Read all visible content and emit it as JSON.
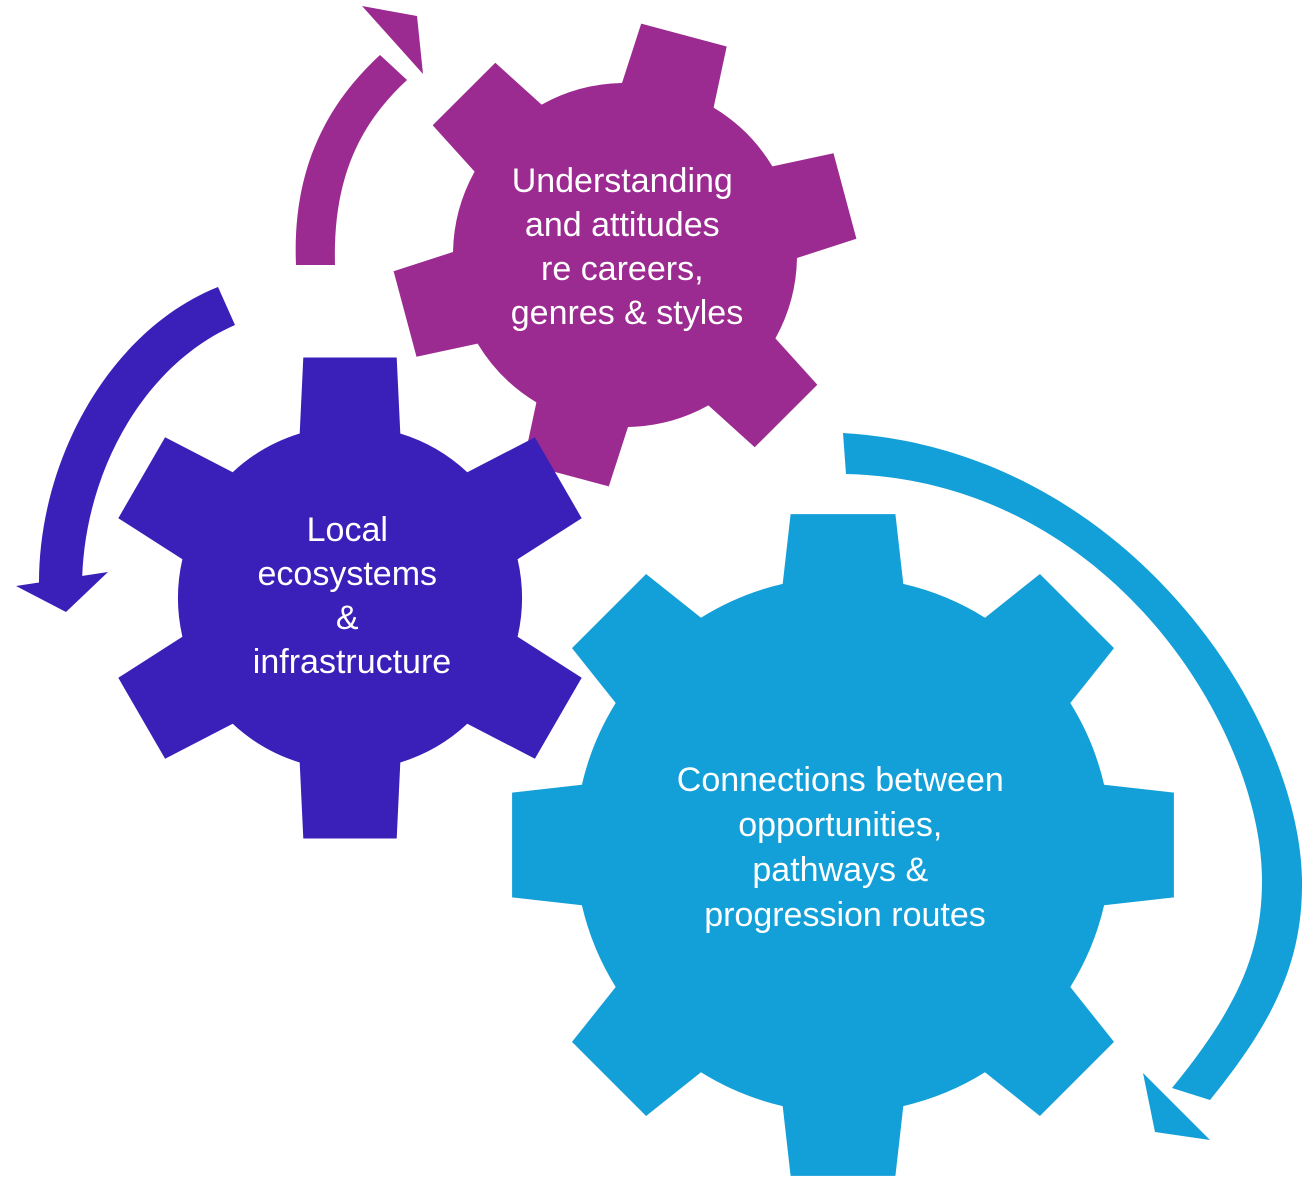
{
  "gears": [
    {
      "id": "understanding",
      "color": "#9C2B91",
      "lines": [
        "Understanding",
        "and attitudes",
        "re careers,",
        "genres & styles"
      ]
    },
    {
      "id": "local",
      "color": "#3A1FB8",
      "lines": [
        "Local",
        "ecosystems",
        "&",
        "infrastructure"
      ]
    },
    {
      "id": "connections",
      "color": "#139FD7",
      "lines": [
        "Connections between",
        "opportunities,",
        "pathways &",
        "progression routes"
      ]
    }
  ],
  "arrows": [
    {
      "id": "purple-arrow",
      "color": "#9C2B91",
      "direction": "up"
    },
    {
      "id": "indigo-arrow",
      "color": "#3A1FB8",
      "direction": "down"
    },
    {
      "id": "blue-arrow",
      "color": "#139FD7",
      "direction": "down"
    }
  ]
}
